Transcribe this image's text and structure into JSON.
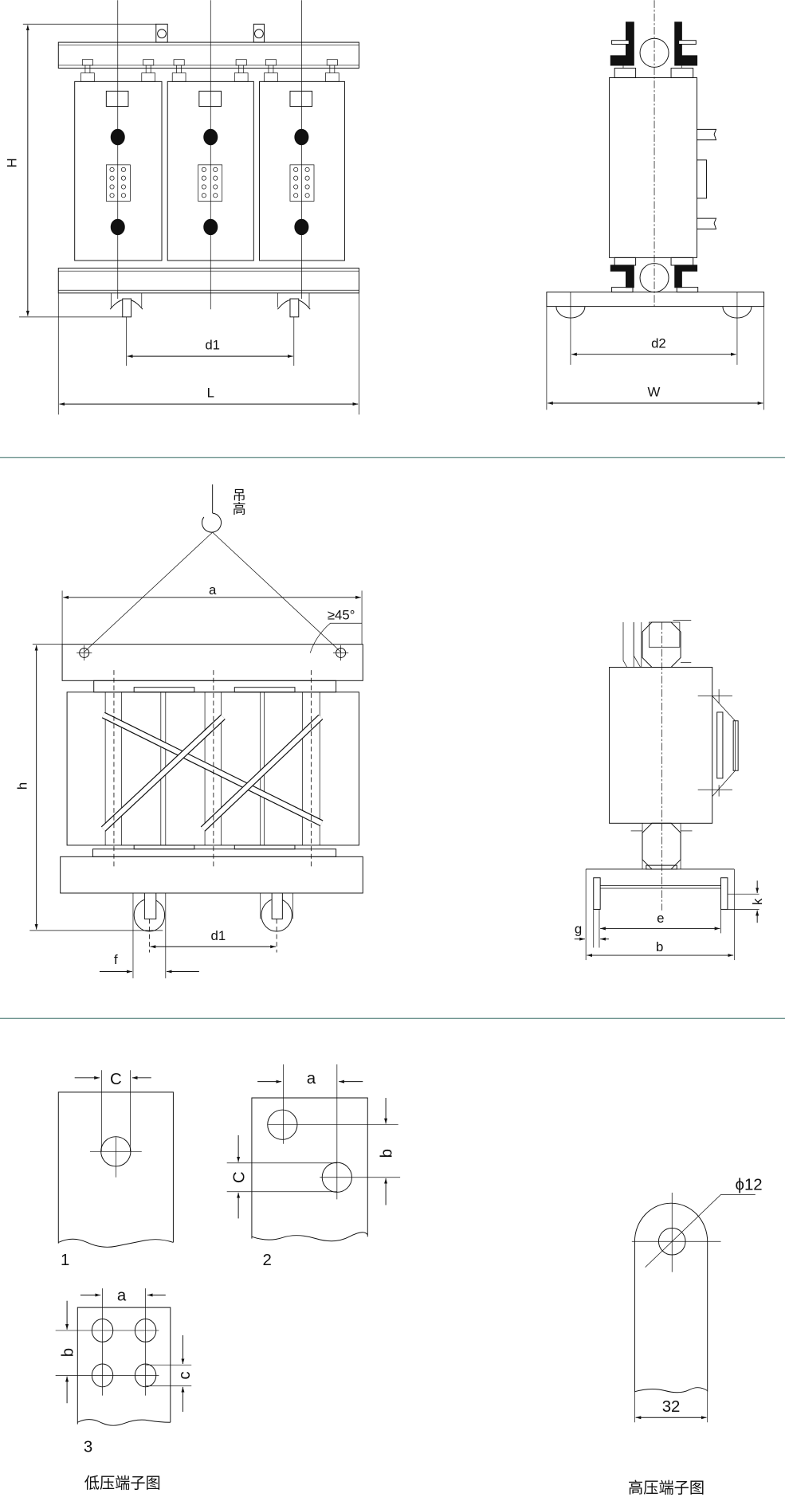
{
  "section1": {
    "front_view": {
      "H": "H",
      "d1": "d1",
      "L": "L"
    },
    "side_view": {
      "d2": "d2",
      "W": "W"
    }
  },
  "section2": {
    "lifting_view": {
      "lift_label": "吊高",
      "a": "a",
      "angle": "≥45°",
      "h": "h",
      "d1": "d1",
      "f": "f"
    },
    "side_view": {
      "e": "e",
      "b": "b",
      "g": "g",
      "k": "k"
    }
  },
  "section3": {
    "lv_terminals": {
      "t1": {
        "number": "1",
        "c": "C"
      },
      "t2": {
        "number": "2",
        "a": "a",
        "b": "b",
        "c": "C"
      },
      "t3": {
        "number": "3",
        "a": "a",
        "b": "b",
        "c": "c"
      },
      "caption": "低压端子图"
    },
    "hv_terminal": {
      "diameter": "ϕ12",
      "width": "32",
      "caption": "高压端子图"
    }
  },
  "colors": {
    "divider": "#6f9590",
    "ink": "#111111"
  }
}
